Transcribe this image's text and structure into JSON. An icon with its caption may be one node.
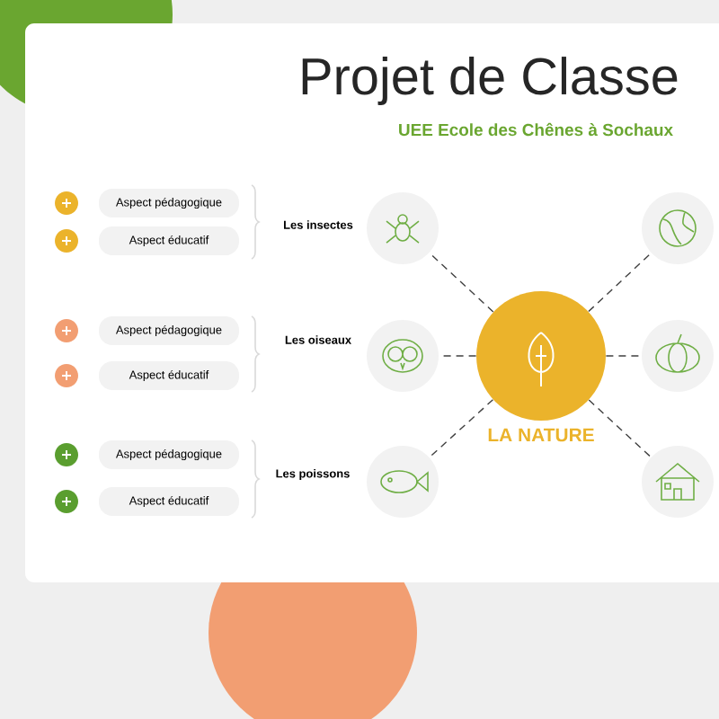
{
  "diagram": {
    "title": "Projet de Classe",
    "caption": "UEE Ecole des Chênes à Sochaux",
    "nodes": [
      {
        "text": [
          "Aspect pédagogique"
        ]
      },
      {
        "text": [
          "Aspect éducatif"
        ]
      },
      {
        "text": [
          "Aspect pédagogique"
        ]
      },
      {
        "text": [
          "Aspect éducatif"
        ]
      },
      {
        "text": [
          "Aspect pédagogique"
        ]
      },
      {
        "text": [
          "Aspect éducatif"
        ]
      },
      {
        "text": [],
        "shape": "circle",
        "beside": [
          "Les insectes"
        ]
      },
      {
        "text": [],
        "shape": "circle",
        "beside": [
          "Les oiseaux"
        ]
      },
      {
        "text": [],
        "shape": "circle",
        "beside": [
          "Les poissons"
        ]
      },
      {
        "text": [
          "LA NATURE"
        ]
      },
      {
        "text": [],
        "shape": "circle"
      },
      {
        "text": [],
        "shape": "circle"
      },
      {
        "text": [],
        "shape": "circle"
      }
    ],
    "edges": [
      {
        "from": 9,
        "to": 6,
        "arrow": "none"
      },
      {
        "from": 9,
        "to": 7,
        "arrow": "none"
      },
      {
        "from": 9,
        "to": 8,
        "arrow": "none"
      },
      {
        "from": 9,
        "to": 10,
        "arrow": "none"
      },
      {
        "from": 9,
        "to": 11,
        "arrow": "none"
      },
      {
        "from": 9,
        "to": 12,
        "arrow": "none"
      }
    ]
  }
}
